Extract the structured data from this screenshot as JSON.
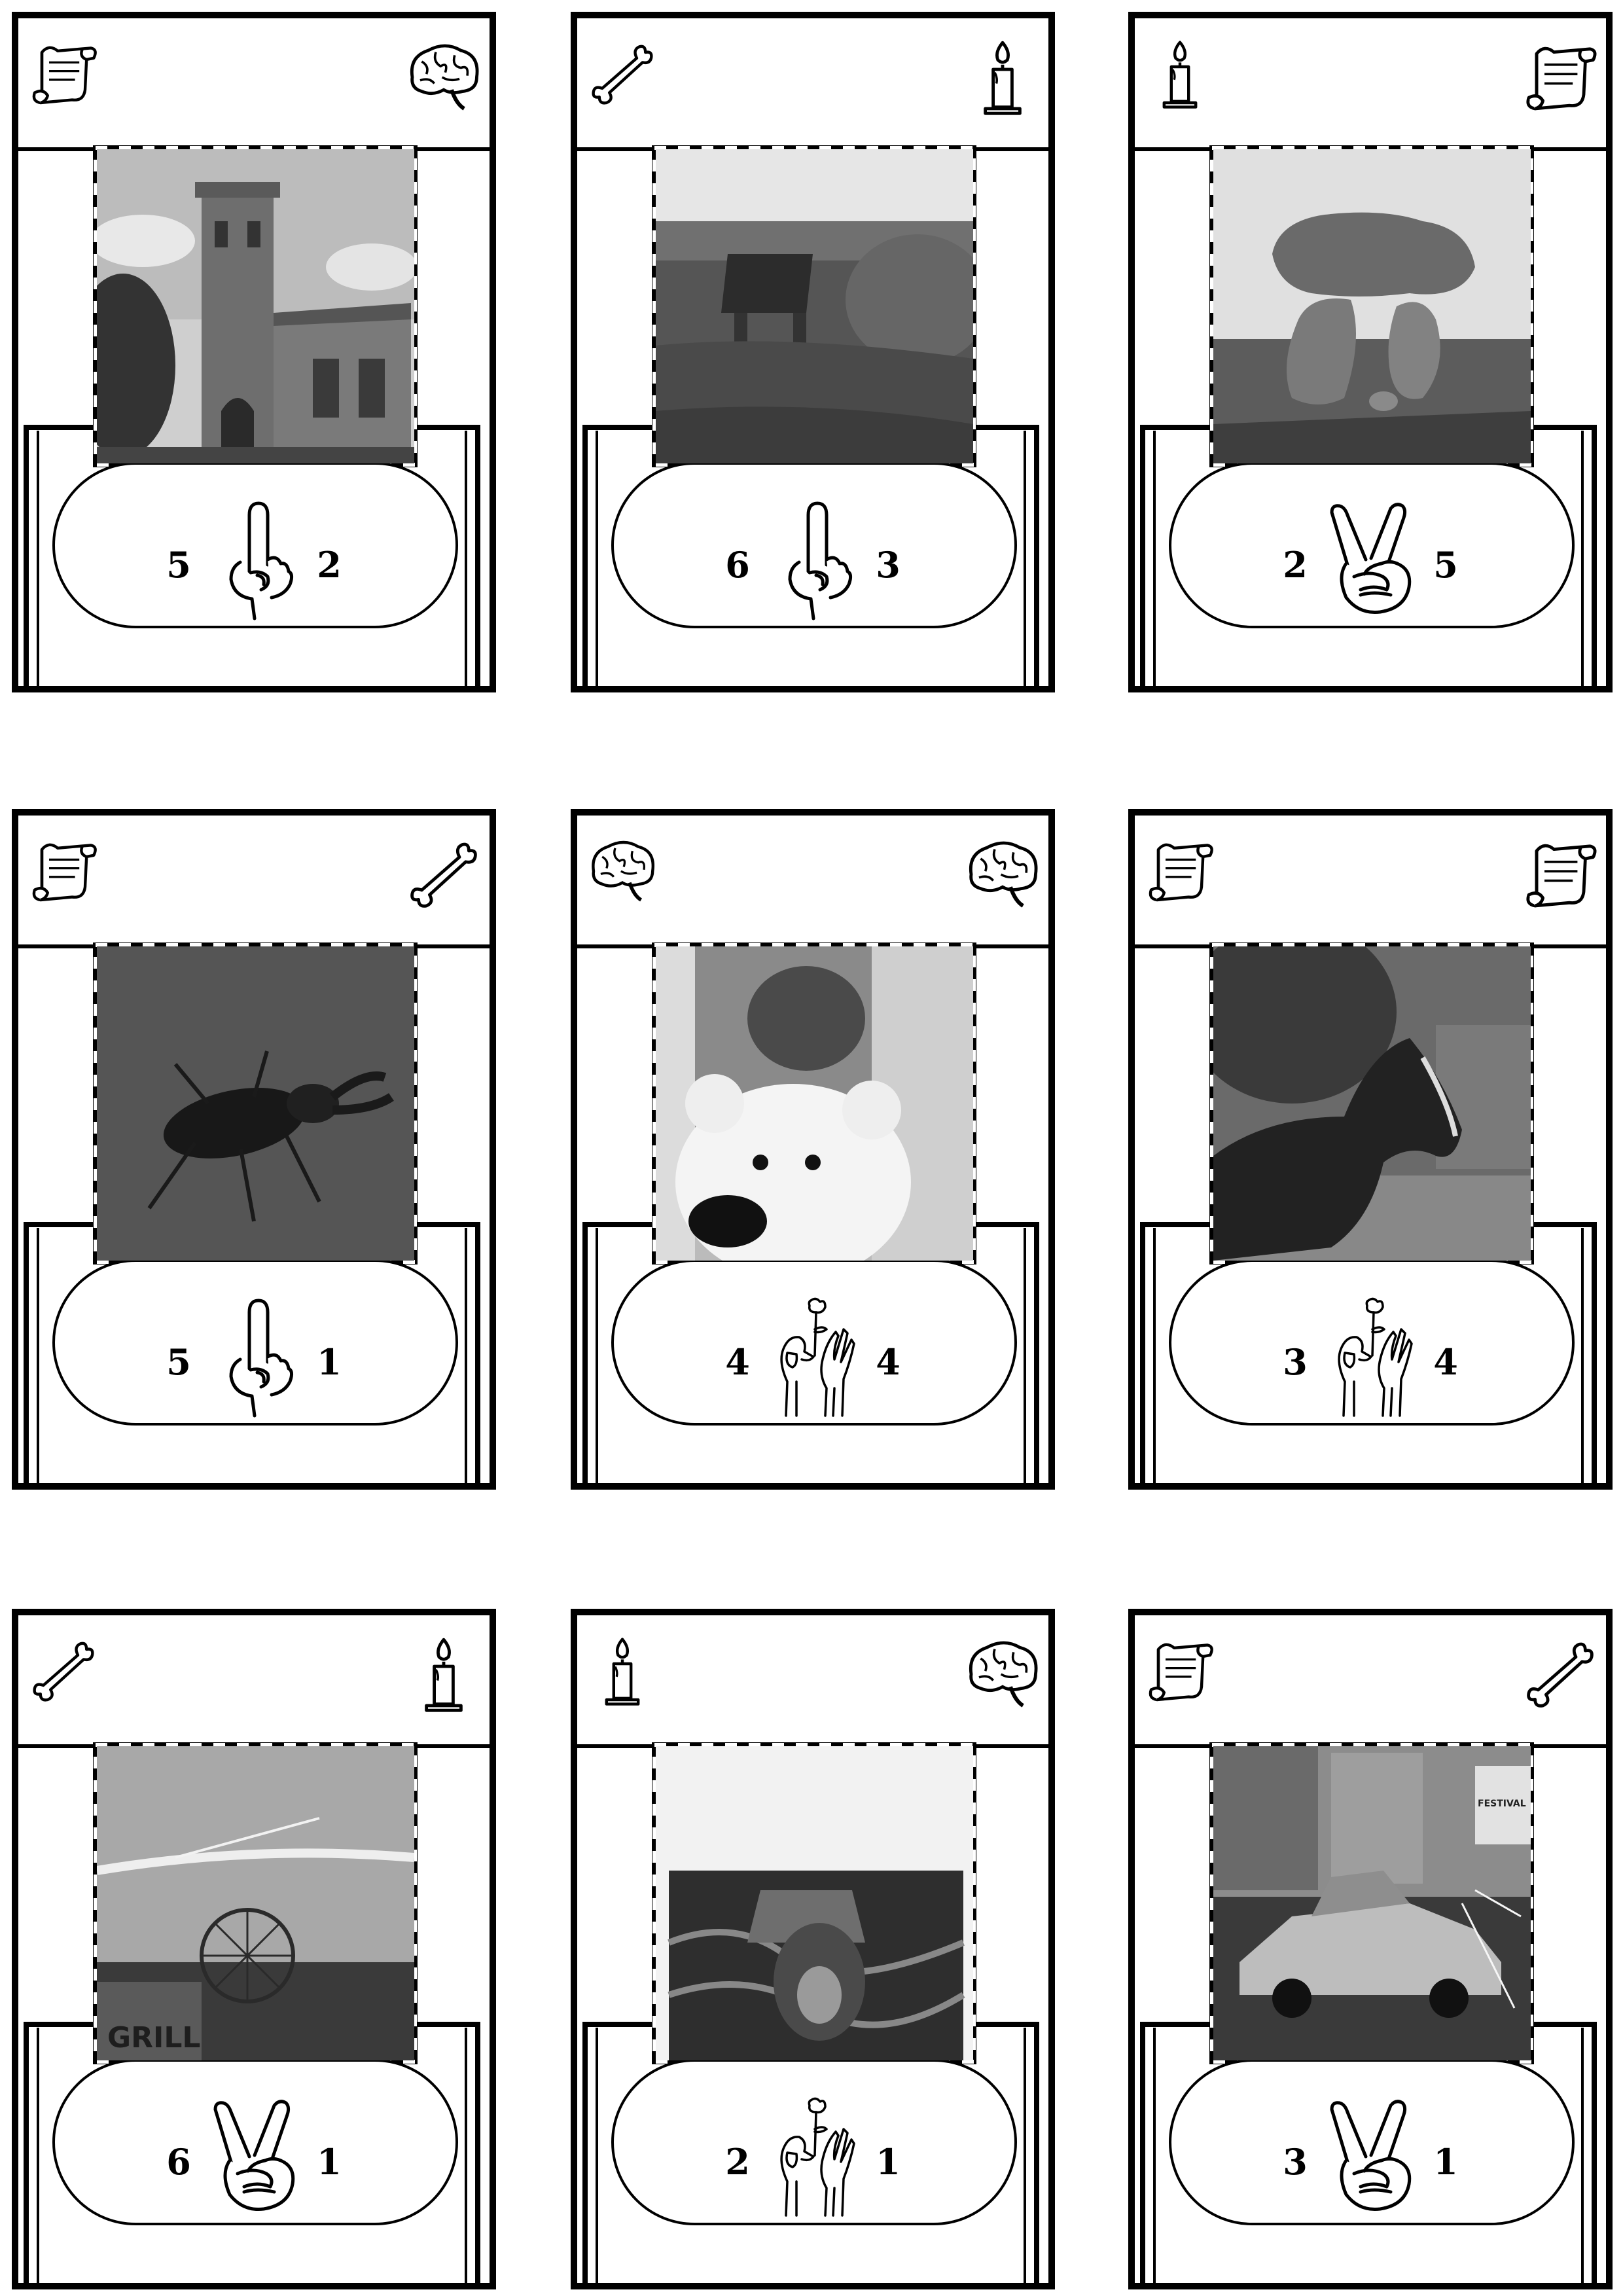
{
  "cards": [
    {
      "top_left": "scroll-icon",
      "top_right": "brain-icon",
      "photo": "church",
      "hand": "one-finger-hand",
      "left_value": "5",
      "right_value": "2"
    },
    {
      "top_left": "bone-icon",
      "top_right": "candle-icon",
      "photo": "well",
      "hand": "one-finger-hand",
      "left_value": "6",
      "right_value": "3"
    },
    {
      "top_left": "candle-icon",
      "top_right": "scroll-icon",
      "photo": "dolmen",
      "hand": "two-finger-hand",
      "left_value": "2",
      "right_value": "5"
    },
    {
      "top_left": "scroll-icon",
      "top_right": "bone-icon",
      "photo": "stag-beetle",
      "hand": "one-finger-hand",
      "left_value": "5",
      "right_value": "1"
    },
    {
      "top_left": "brain-icon",
      "top_right": "brain-icon",
      "photo": "polar-bear-toy",
      "hand": "flower-hands",
      "left_value": "4",
      "right_value": "4"
    },
    {
      "top_left": "scroll-icon",
      "top_right": "scroll-icon",
      "photo": "horse",
      "hand": "flower-hands",
      "left_value": "3",
      "right_value": "4"
    },
    {
      "top_left": "bone-icon",
      "top_right": "candle-icon",
      "photo": "ferris-wheel",
      "photo_text": "GRILL",
      "hand": "two-finger-hand",
      "left_value": "6",
      "right_value": "1"
    },
    {
      "top_left": "candle-icon",
      "top_right": "brain-icon",
      "photo": "mural",
      "hand": "flower-hands",
      "left_value": "2",
      "right_value": "1"
    },
    {
      "top_left": "scroll-icon",
      "top_right": "bone-icon",
      "photo": "delorean",
      "photo_text": "FESTIVAL",
      "hand": "two-finger-hand",
      "left_value": "3",
      "right_value": "1"
    }
  ]
}
